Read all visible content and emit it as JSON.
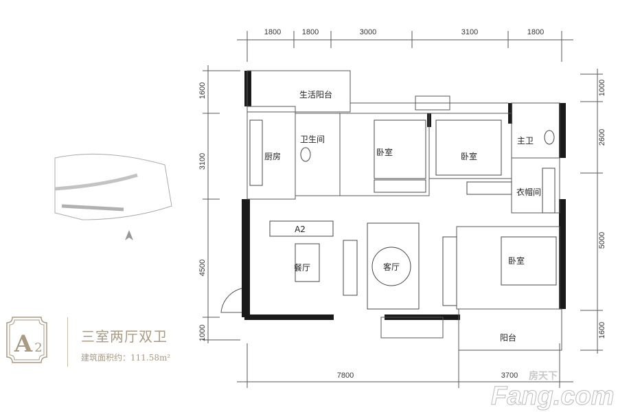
{
  "plan": {
    "unit_label": "A2",
    "top_dims": [
      "1800",
      "1800",
      "3000",
      "3100",
      "1800"
    ],
    "left_dims": [
      "1600",
      "3100",
      "4500",
      "1000"
    ],
    "right_dims": [
      "1000",
      "2600",
      "5000",
      "1600"
    ],
    "bottom_dims": [
      "7800",
      "3700"
    ],
    "rooms": {
      "service_balcony": "生活阳台",
      "bathroom": "卫生间",
      "kitchen": "厨房",
      "bedroom_1": "卧室",
      "bedroom_2": "卧室",
      "master_bath": "主卫",
      "walk_in_closet": "衣帽间",
      "living_room": "客厅",
      "dining_room": "餐厅",
      "bedroom_3": "卧室",
      "balcony": "阳台"
    }
  },
  "info": {
    "badge_letter": "A",
    "badge_number": "2",
    "type_title": "三室两厅双卫",
    "area_label": "建筑面积约：",
    "area_value": "111.58m²"
  },
  "watermark": {
    "cn": "房天下",
    "en": "Fang.com"
  },
  "colors": {
    "gold": "#a89a83",
    "wall": "#1a1a1a"
  }
}
